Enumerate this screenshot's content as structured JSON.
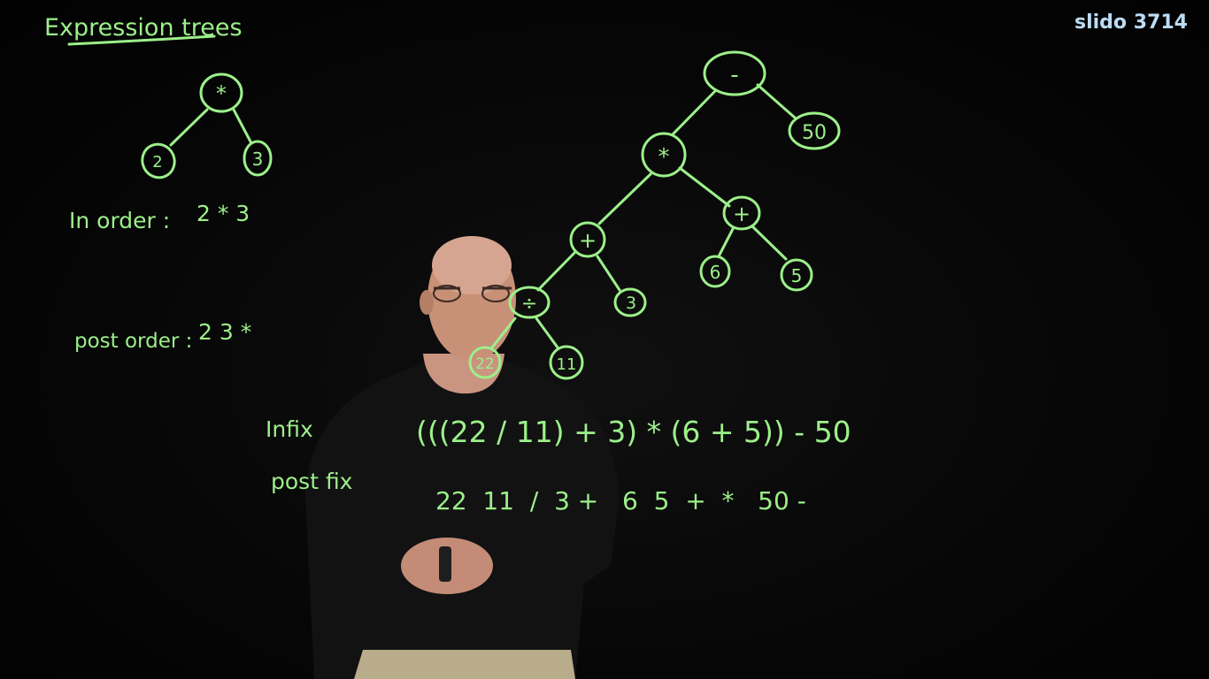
{
  "board": {
    "title": "Expression trees",
    "slido": "slido 3714",
    "small_tree": {
      "root": "*",
      "left": "2",
      "right": "3"
    },
    "inorder_label": "In order :",
    "inorder_value": "2 * 3",
    "postorder_label": "post order :",
    "postorder_value": "2 3 *",
    "big_tree": {
      "root": "-",
      "n50": "50",
      "mul": "*",
      "plus_right": "+",
      "six": "6",
      "five": "5",
      "plus_left": "+",
      "three": "3",
      "div": "÷",
      "n22": "22",
      "n11": "11"
    },
    "infix_label": "Infix",
    "infix_expr": "(((22 / 11) + 3) * (6 + 5)) - 50",
    "postfix_label": "post fix",
    "postfix_expr": "22  11  /  3 +   6  5  +  *   50 -"
  },
  "colors": {
    "chalk": "#9cf08a",
    "slido": "#bcdcf4",
    "background": "#050505"
  }
}
